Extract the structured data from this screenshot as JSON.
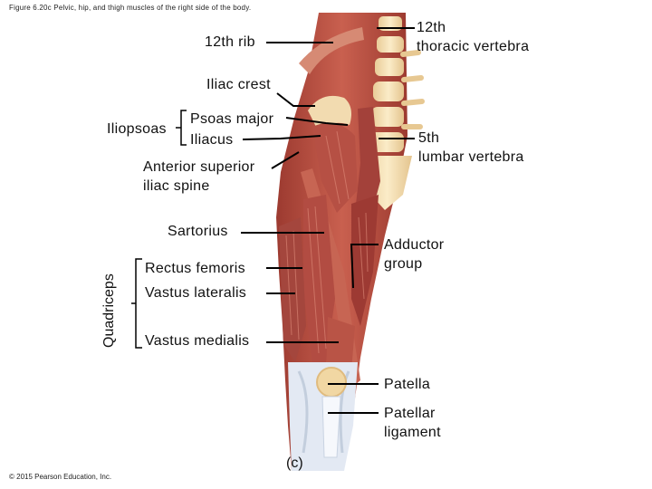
{
  "figure_caption": "Figure 6.20c Pelvic, hip, and thigh muscles of the right side of the body.",
  "copyright": "© 2015 Pearson Education, Inc.",
  "panel_label": "(c)",
  "labels": {
    "rib12": "12th rib",
    "thoracic12": "12th\nthoracic vertebra",
    "iliac_crest": "Iliac crest",
    "iliopsoas": "Iliopsoas",
    "psoas_major": "Psoas major",
    "iliacus": "Iliacus",
    "asis": "Anterior superior\niliac spine",
    "lumbar5": "5th\nlumbar vertebra",
    "sartorius": "Sartorius",
    "adductor": "Adductor\ngroup",
    "quadriceps": "Quadriceps",
    "rectus_femoris": "Rectus femoris",
    "vastus_lateralis": "Vastus lateralis",
    "vastus_medialis": "Vastus medialis",
    "patella": "Patella",
    "patellar_ligament": "Patellar\nligament"
  },
  "colors": {
    "muscle": "#b84f44",
    "muscle_dark": "#8e3028",
    "muscle_light": "#d9796a",
    "bone": "#f3ddb4",
    "tendon": "#dfe6f1",
    "leader": "#000000"
  }
}
